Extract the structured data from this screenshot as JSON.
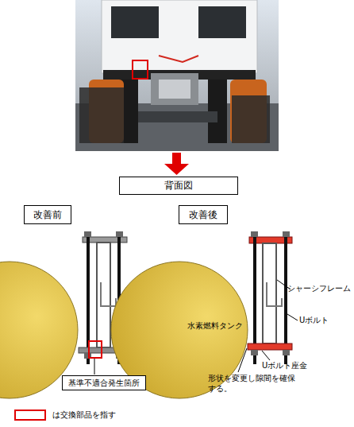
{
  "diagram": {
    "nodes": [
      {
        "text": [
          "背面図"
        ]
      },
      {
        "text": [
          "改善前"
        ]
      },
      {
        "text": [
          "改善後"
        ]
      },
      {
        "text": [
          "基準不適合発生箇所"
        ]
      }
    ],
    "labels": [
      "シャーシフレーム",
      "Uボルト",
      "水素燃料タンク",
      "Uボルト座金",
      "形状を変更し隙間を確保する。"
    ],
    "legend": [
      {
        "text": "は交換部品を指す"
      }
    ]
  }
}
